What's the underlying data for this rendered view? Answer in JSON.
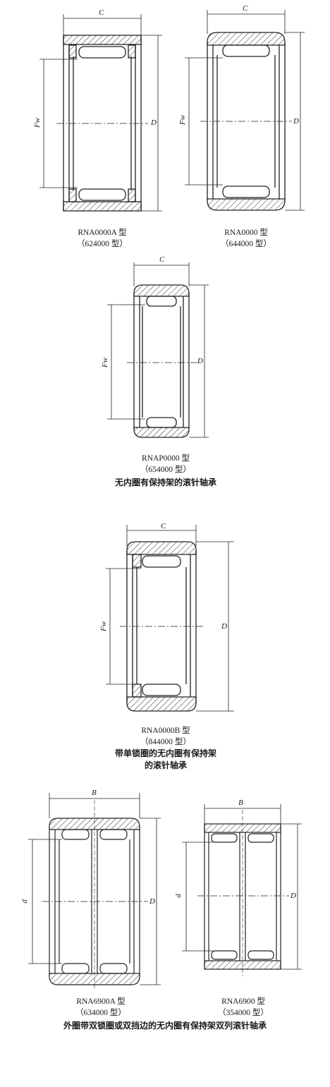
{
  "dims": {
    "C": "C",
    "D": "D",
    "Fw": "Fw",
    "B": "B",
    "d": "d"
  },
  "captions": {
    "rna0000a": {
      "model": "RNA0000A 型",
      "alt": "（624000 型）"
    },
    "rna0000": {
      "model": "RNA0000 型",
      "alt": "（644000 型）"
    },
    "rnap0000": {
      "model": "RNAP0000 型",
      "alt": "（654000 型）"
    },
    "rna0000b": {
      "model": "RNA0000B 型",
      "alt": "（844000 型）"
    },
    "rna6900a": {
      "model": "RNA6900A 型",
      "alt": "（634000 型）"
    },
    "rna6900": {
      "model": "RNA6900 型",
      "alt": "（354000 型）"
    }
  },
  "titles": {
    "group1": "无内圈有保持架的滚针轴承",
    "group2_line1": "带单锁圈的无内圈有保持架",
    "group2_line2": "的滚针轴承",
    "group3": "外圈带双锁圈或双挡边的无内圈有保持架双列滚针轴承"
  }
}
